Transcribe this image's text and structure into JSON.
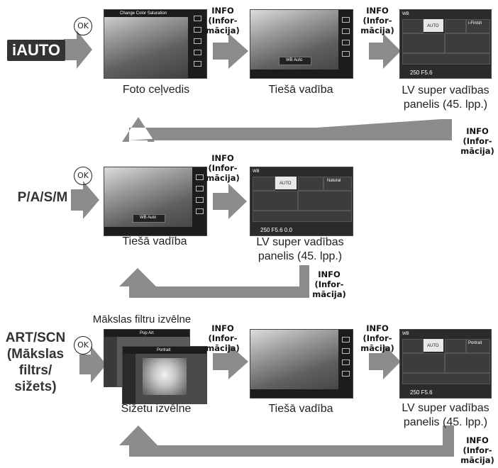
{
  "colors": {
    "arrow": "#8c8c8c",
    "text": "#222222",
    "info": "#111111"
  },
  "rows": [
    {
      "mode_label": "iAUTO",
      "ok_label": "OK",
      "screens": [
        {
          "caption": "Foto ceļvedis",
          "overlay": "Change Color Saturation"
        },
        {
          "caption": "Tiešā vadība",
          "overlay": "WB Auto"
        },
        {
          "caption_line1": "LV super vadības",
          "caption_line2": "panelis (45. lpp.)",
          "panel_label": "WB",
          "mode_text": "i-Finish",
          "wb_value": "AUTO",
          "bottom_text": "250  F5.6"
        }
      ],
      "info_labels": [
        [
          "INFO",
          "(Infor-",
          "mācija)"
        ],
        [
          "INFO",
          "(Infor-",
          "mācija)"
        ],
        [
          "INFO",
          "(Infor-",
          "mācija)"
        ]
      ]
    },
    {
      "mode_label": "P/A/S/M",
      "ok_label": "OK",
      "screens": [
        {
          "caption": "Tiešā vadība",
          "overlay": "WB Auto"
        },
        {
          "caption_line1": "LV super vadības",
          "caption_line2": "panelis (45. lpp.)",
          "panel_label": "WB",
          "mode_text": "Natural",
          "wb_value": "AUTO",
          "bottom_text": "250  F5.6  0.0"
        }
      ],
      "info_labels": [
        [
          "INFO",
          "(Infor-",
          "mācija)"
        ],
        [
          "INFO",
          "(Infor-",
          "mācija)"
        ]
      ]
    },
    {
      "mode_label_lines": [
        "ART/SCN",
        "(Mākslas",
        "filtrs/",
        "sižets)"
      ],
      "ok_label": "OK",
      "menu_title": "Mākslas filtru izvēlne",
      "screens": [
        {
          "caption": "Sižetu izvēlne",
          "card_back": "Pop Art",
          "card_front": "Portrait"
        },
        {
          "caption": "Tiešā vadība"
        },
        {
          "caption_line1": "LV super vadības",
          "caption_line2": "panelis (45. lpp.)",
          "panel_label": "WB",
          "mode_text": "Portrait",
          "wb_value": "AUTO",
          "bottom_text": "250  F5.6"
        }
      ],
      "info_labels": [
        [
          "INFO",
          "(Infor-",
          "mācija)"
        ],
        [
          "INFO",
          "(Infor-",
          "mācija)"
        ],
        [
          "INFO",
          "(Infor-",
          "mācija)"
        ]
      ]
    }
  ]
}
